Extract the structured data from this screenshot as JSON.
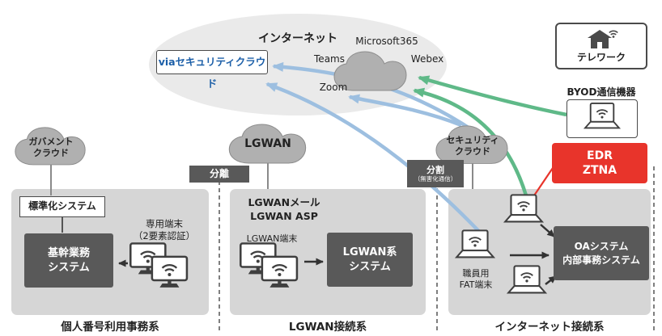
{
  "internet": {
    "label": "インターネット",
    "via_label": "viaセキュリティクラウド",
    "services": {
      "microsoft365": "Microsoft365",
      "teams": "Teams",
      "webex": "Webex",
      "zoom": "Zoom"
    }
  },
  "telework": {
    "title": "テレワーク",
    "byod_label": "BYOD通信機器"
  },
  "edr_box": {
    "line1": "EDR",
    "line2": "ZTNA"
  },
  "clouds": {
    "government": {
      "line1": "ガバメント",
      "line2": "クラウド"
    },
    "lgwan": {
      "label": "LGWAN"
    },
    "security": {
      "line1": "セキュリティ",
      "line2": "クラウド"
    }
  },
  "separators": {
    "separate_badge": "分離",
    "split_badge_line1": "分割",
    "split_badge_line2": "（無害化通信）"
  },
  "zone1": {
    "title": "個人番号利用事務系",
    "std_box": "標準化システム",
    "core_line1": "基幹業務",
    "core_line2": "システム",
    "terminal_line1": "専用端末",
    "terminal_line2": "（2要素認証）"
  },
  "zone2": {
    "title": "LGWAN接続系",
    "mail_line1": "LGWANメール",
    "mail_line2": "LGWAN ASP",
    "terminal_label": "LGWAN端末",
    "sys_line1": "LGWAN系",
    "sys_line2": "システム"
  },
  "zone3": {
    "title": "インターネット接続系",
    "staff_line1": "職員用",
    "staff_line2": "FAT端末",
    "oa_line1": "OAシステム",
    "oa_line2": "内部事務システム"
  },
  "colors": {
    "zone_bg": "#d6d6d6",
    "dark_box": "#595959",
    "cloud_fill": "#b0b0b0",
    "ellipse_fill": "#eaeaea",
    "arrow_blue": "#9dbfe0",
    "arrow_green": "#5fb988",
    "alert_red": "#e8342b",
    "via_text_blue": "#1c5fa8",
    "badge_bg": "#595959"
  }
}
